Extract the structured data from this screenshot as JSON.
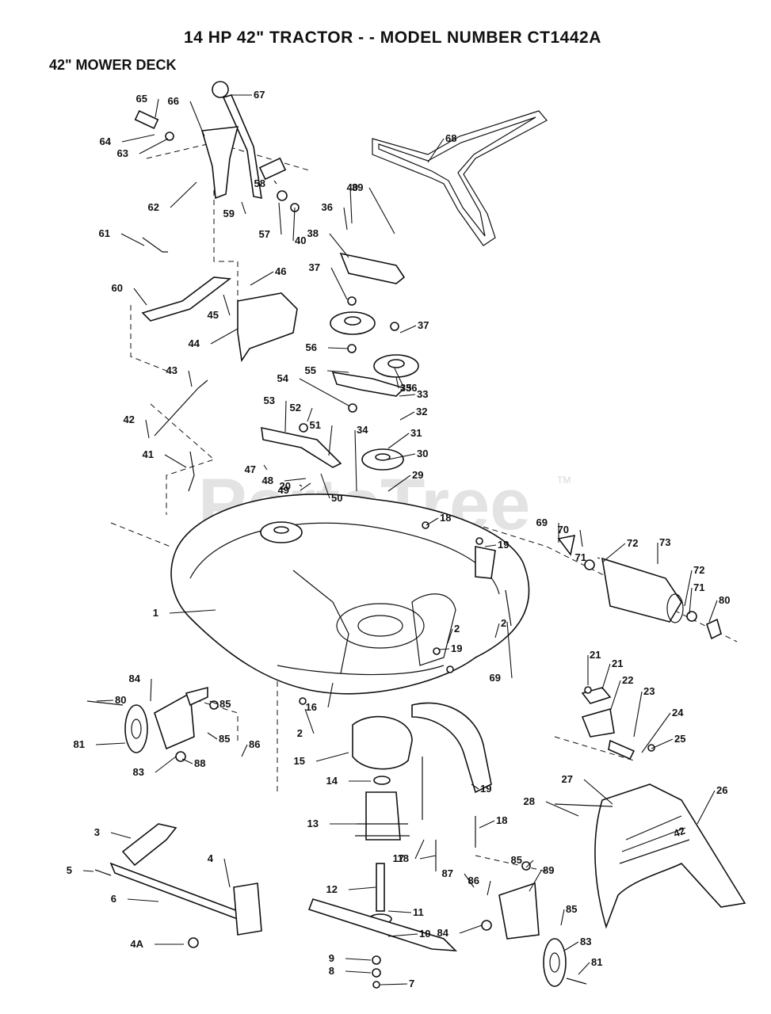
{
  "header": {
    "title": "14 HP 42\" TRACTOR - - MODEL NUMBER CT1442A",
    "subtitle": "42\" MOWER DECK"
  },
  "watermark": {
    "text": "PartsTree",
    "trademark": "TM"
  },
  "deck_decal": "42",
  "colors": {
    "ink": "#111111",
    "paper": "#ffffff",
    "watermark": "#e3e3e3"
  },
  "callouts": [
    "1",
    "2",
    "2",
    "2",
    "3",
    "4",
    "4A",
    "5",
    "6",
    "7",
    "8",
    "9",
    "10",
    "11",
    "12",
    "13",
    "14",
    "15",
    "16",
    "17",
    "18",
    "18",
    "18",
    "19",
    "19",
    "19",
    "20",
    "21",
    "21",
    "22",
    "23",
    "24",
    "25",
    "26",
    "27",
    "28",
    "29",
    "30",
    "31",
    "32",
    "33",
    "34",
    "35",
    "36",
    "36",
    "37",
    "37",
    "38",
    "39",
    "40",
    "40",
    "41",
    "42",
    "43",
    "44",
    "45",
    "46",
    "47",
    "48",
    "49",
    "50",
    "51",
    "52",
    "53",
    "54",
    "55",
    "56",
    "57",
    "58",
    "59",
    "60",
    "61",
    "62",
    "63",
    "64",
    "65",
    "66",
    "67",
    "68",
    "69",
    "69",
    "70",
    "71",
    "71",
    "72",
    "72",
    "73",
    "80",
    "80",
    "81",
    "81",
    "83",
    "83",
    "84",
    "84",
    "85",
    "85",
    "85",
    "85",
    "86",
    "86",
    "87",
    "88",
    "89"
  ]
}
